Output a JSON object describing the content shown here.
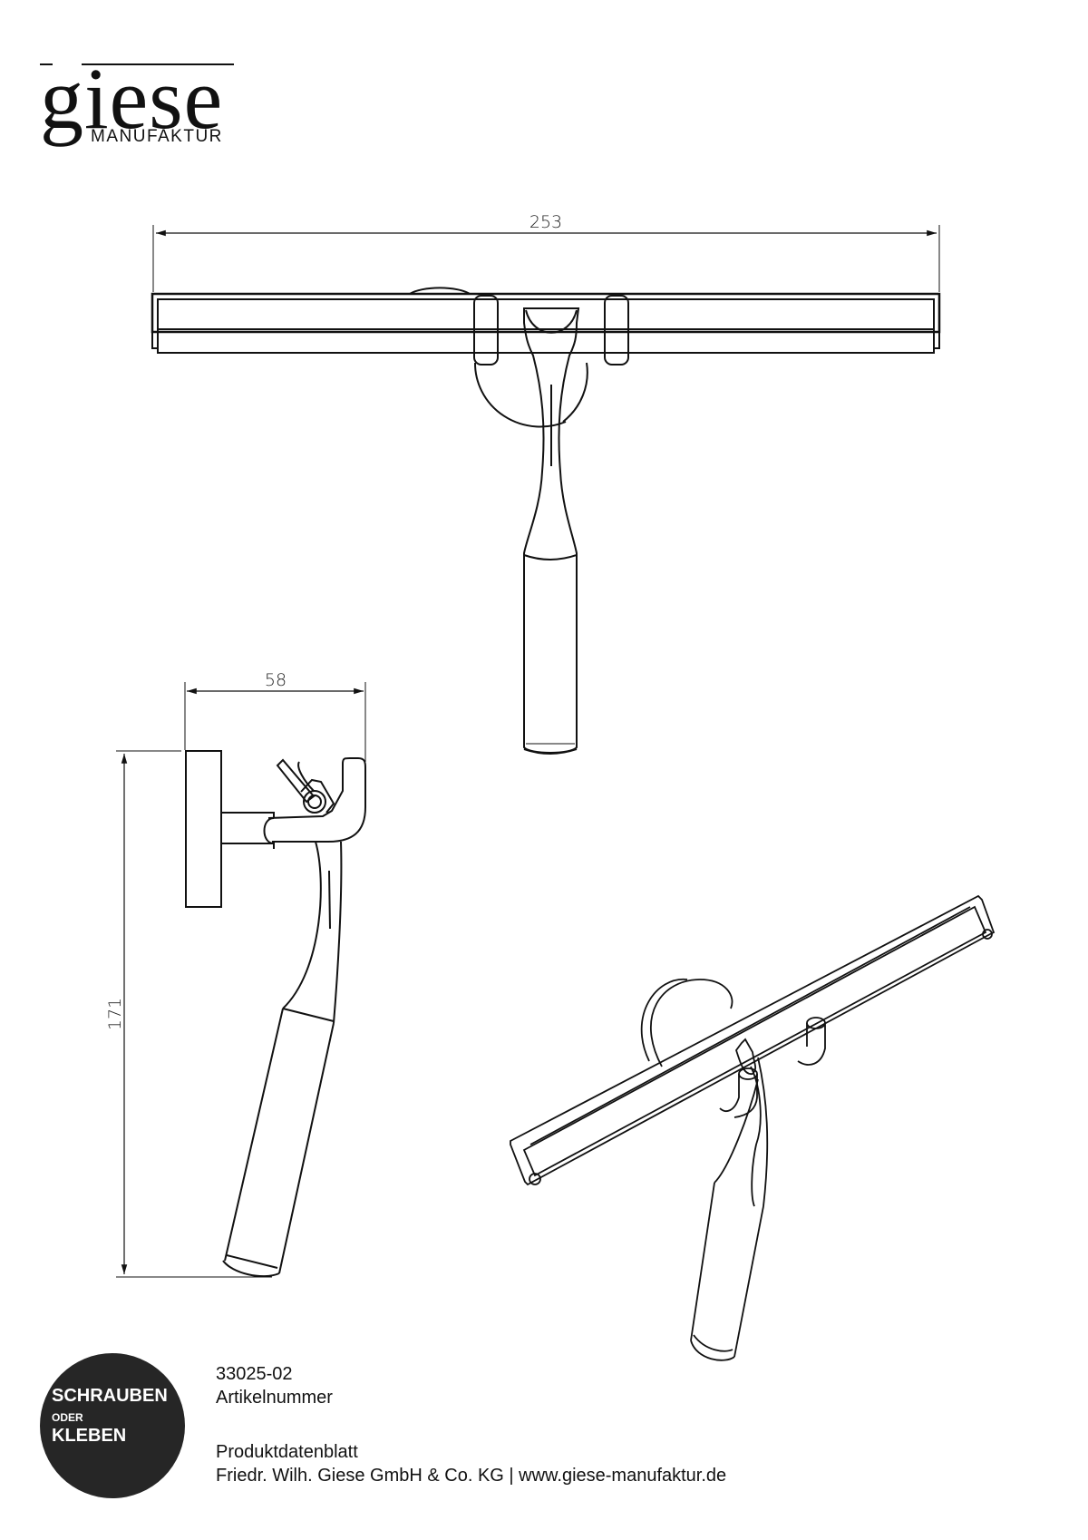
{
  "brand": {
    "name": "giese",
    "subtitle": "MANUFAKTUR"
  },
  "dimensions": {
    "width": "253",
    "depth": "58",
    "height": "171"
  },
  "badge": {
    "line1": "SCHRAUBEN",
    "line2": "ODER",
    "line3": "KLEBEN",
    "color": "#262626"
  },
  "footer": {
    "article_number": "33025-02",
    "article_label": "Artikelnummer",
    "doc_title": "Produktdatenblatt",
    "company_line": "Friedr. Wilh. Giese GmbH & Co. KG | www.giese-manufaktur.de"
  }
}
